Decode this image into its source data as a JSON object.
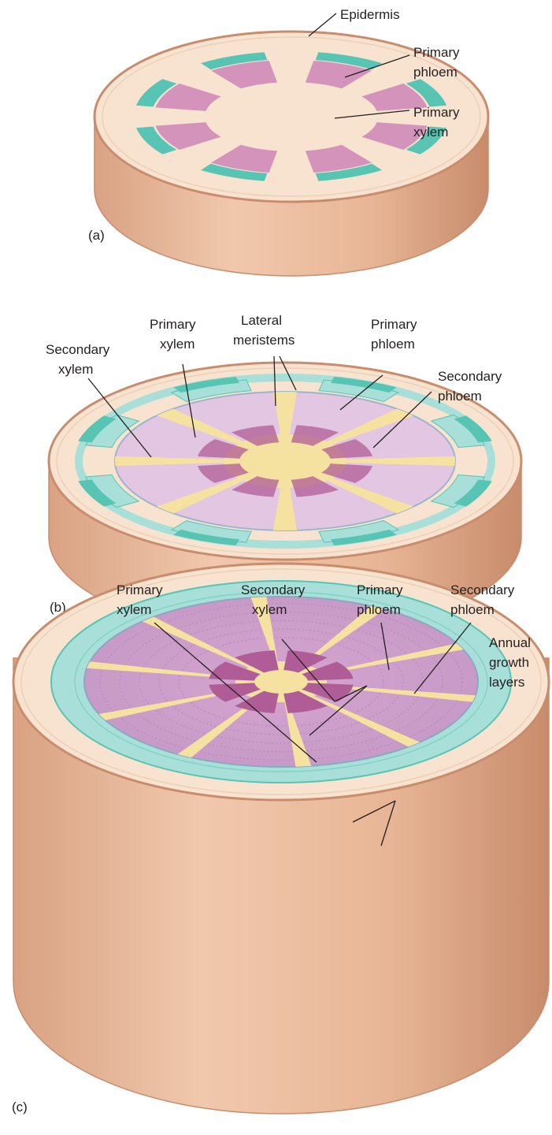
{
  "colors": {
    "tissue": "#f7e3cf",
    "side": "#e6b596",
    "rim": "#c98c6d",
    "phloem": "#57c4b4",
    "phloem_light": "#a9dfd9",
    "xylem": "#cf8ab8",
    "xylem_light": "#e6c7e0",
    "xylem_dark": "#b05c96",
    "meristem": "#f6e2a0",
    "leader": "#231f20"
  },
  "panel_a": {
    "tag": "(a)",
    "labels": {
      "epidermis": "Epidermis",
      "primary_phloem": [
        "Primary",
        "phloem"
      ],
      "primary_xylem": [
        "Primary",
        "xylem"
      ]
    }
  },
  "panel_b": {
    "tag": "(b)",
    "labels": {
      "secondary_xylem": [
        "Secondary",
        "xylem"
      ],
      "primary_xylem": [
        "Primary",
        "xylem"
      ],
      "lateral_meristems": [
        "Lateral",
        "meristems"
      ],
      "primary_phloem": [
        "Primary",
        "phloem"
      ],
      "secondary_phloem": [
        "Secondary",
        "phloem"
      ]
    }
  },
  "panel_c": {
    "tag": "(c)",
    "labels": {
      "primary_xylem": [
        "Primary",
        "xylem"
      ],
      "secondary_xylem": [
        "Secondary",
        "xylem"
      ],
      "primary_phloem": [
        "Primary",
        "phloem"
      ],
      "secondary_phloem": [
        "Secondary",
        "phloem"
      ],
      "annual_growth_layers": [
        "Annual",
        "growth",
        "layers"
      ]
    }
  }
}
